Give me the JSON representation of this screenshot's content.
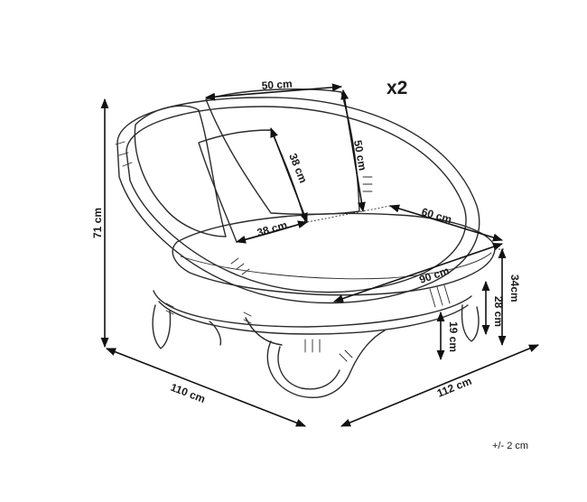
{
  "quantity_label": "x2",
  "tolerance_label": "+/- 2 cm",
  "dimensions": {
    "cushion_width": "50 cm",
    "cushion_height": "50 cm",
    "small_cushion_height": "38 cm",
    "small_cushion_width": "38 cm",
    "seat_depth": "60 cm",
    "seat_width": "90 cm",
    "total_height": "71 cm",
    "depth": "110 cm",
    "width": "112 cm",
    "seat_height": "34cm",
    "frame_height": "28 cm",
    "base_height": "19 cm"
  }
}
